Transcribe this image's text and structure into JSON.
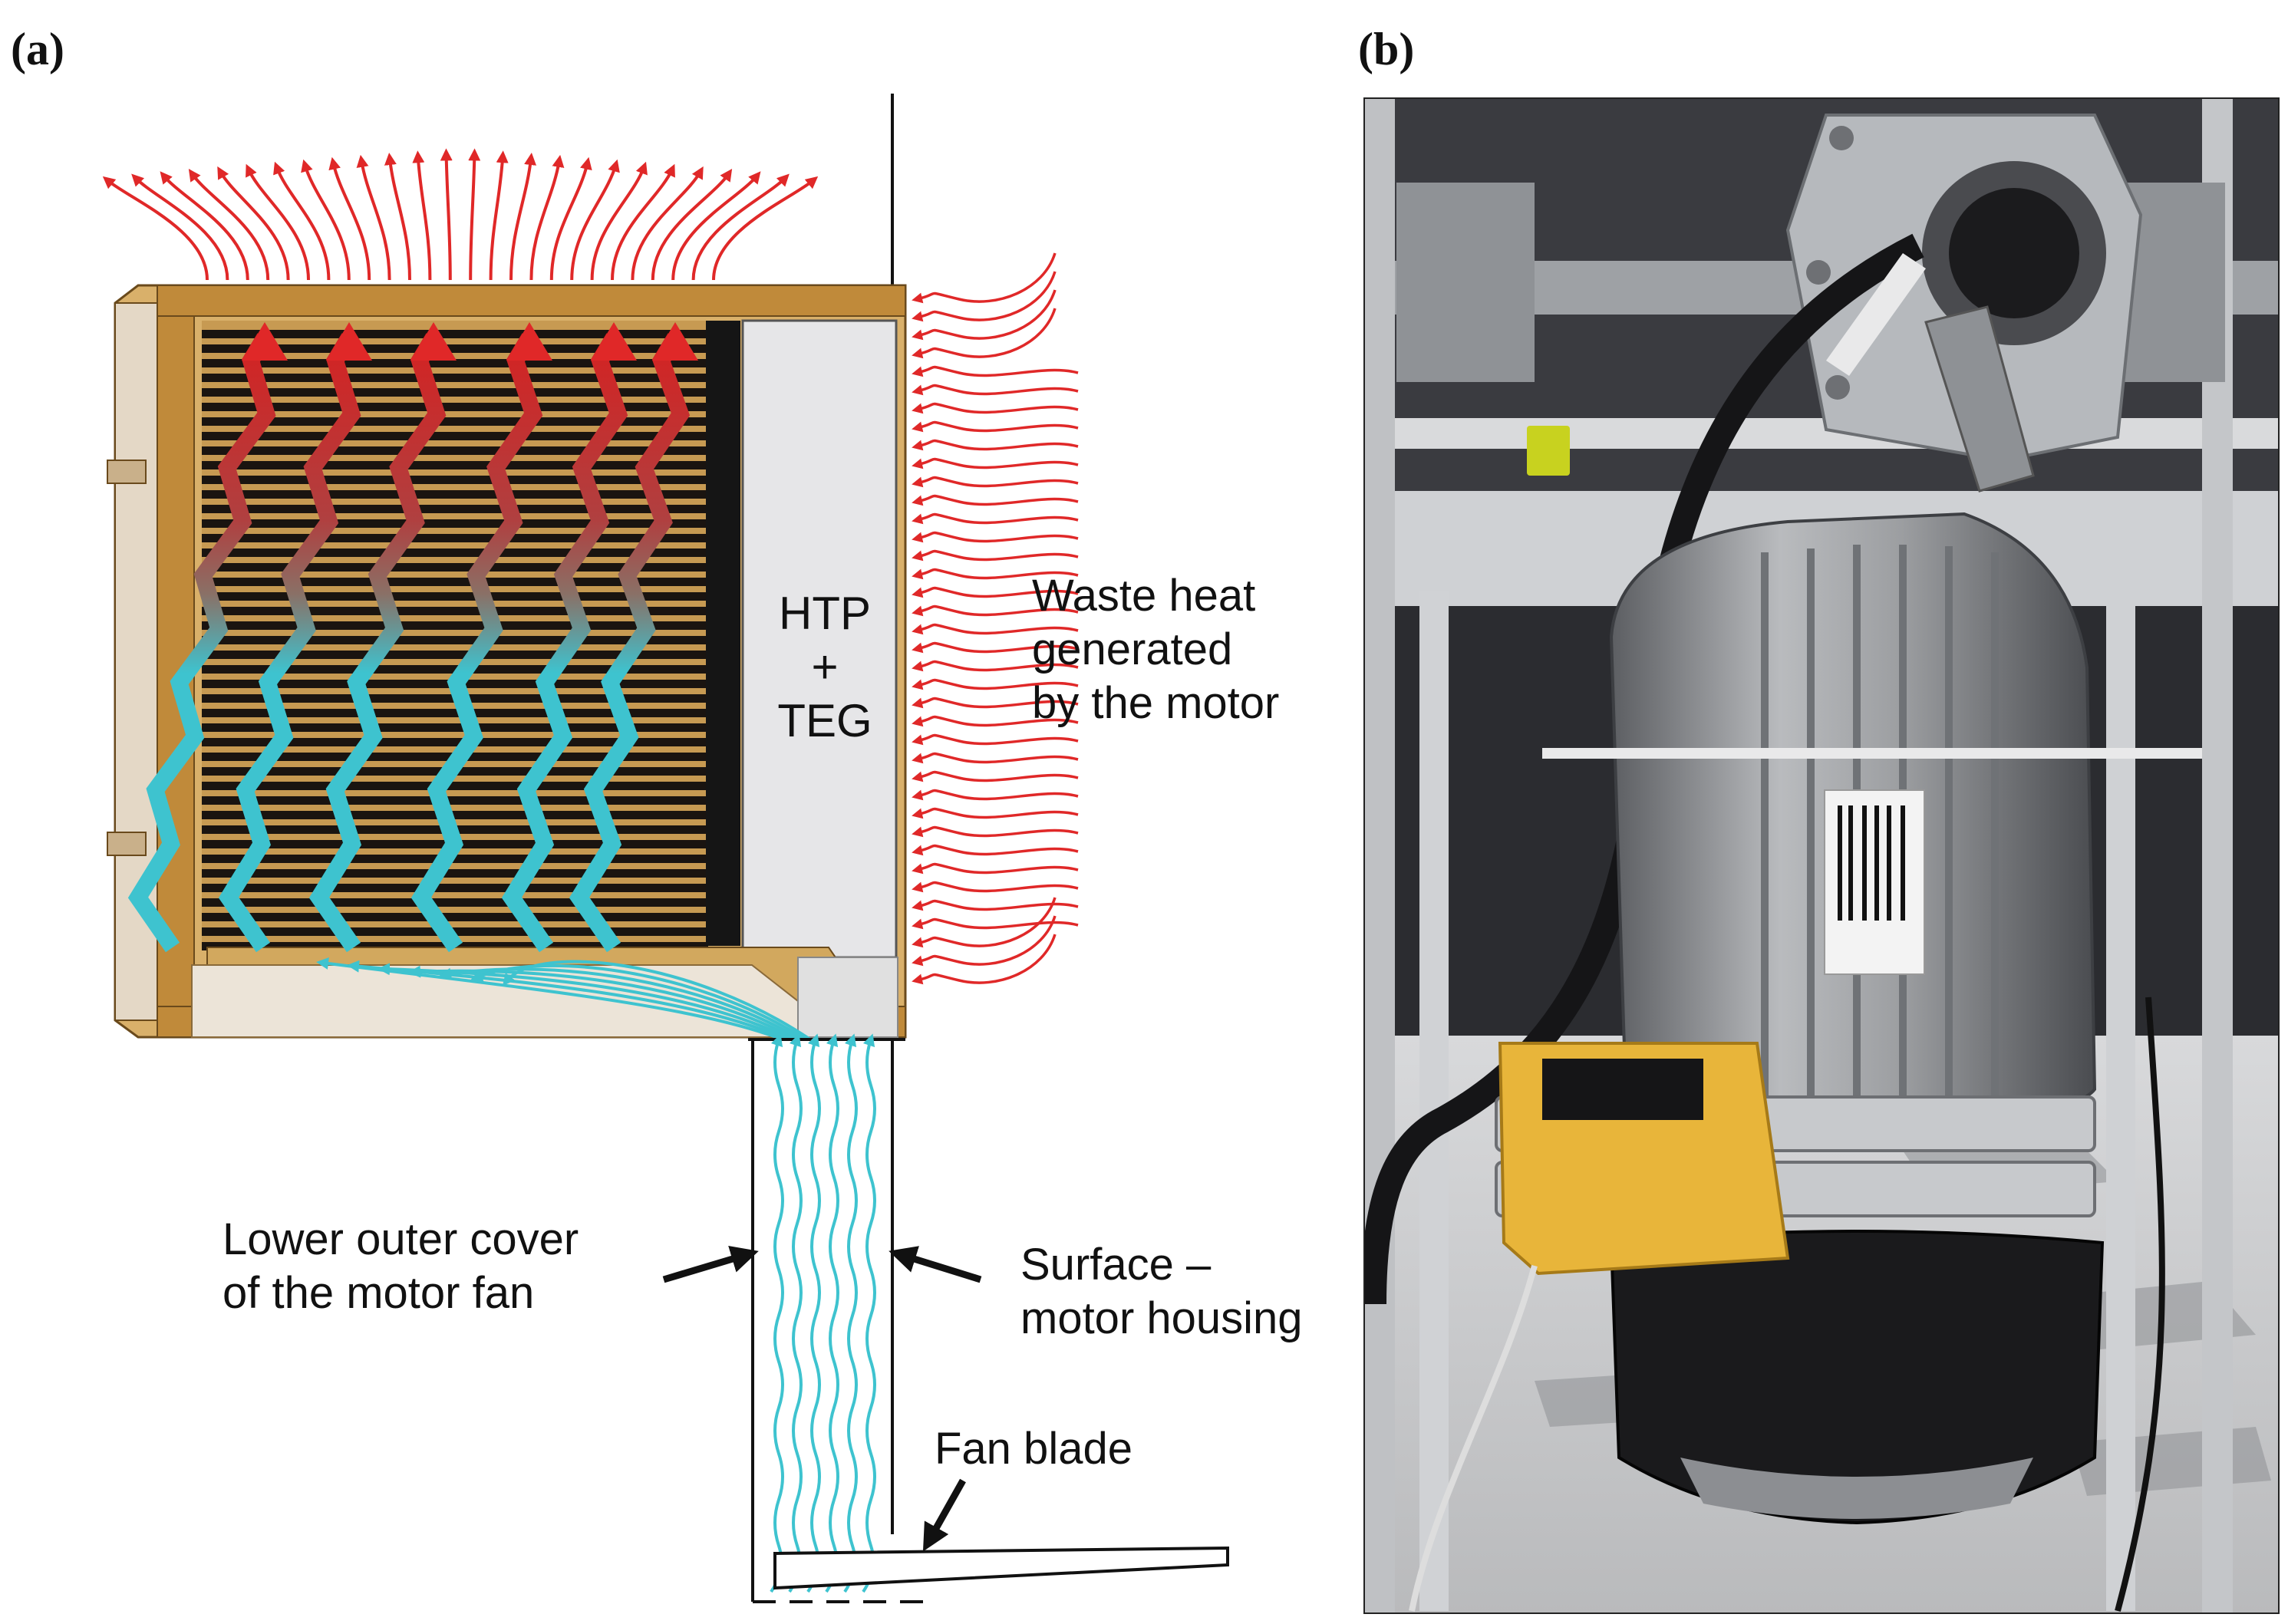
{
  "panels": {
    "a": "(a)",
    "b": "(b)"
  },
  "labels": {
    "htp": "HTP",
    "plus": "+",
    "teg": "TEG",
    "waste_heat": [
      "Waste heat",
      "generated",
      "by the motor"
    ],
    "lower_cover": [
      "Lower outer cover",
      "of the motor fan"
    ],
    "surface": [
      "Surface –",
      "motor housing"
    ],
    "fan_blade": "Fan blade"
  },
  "colors": {
    "hot": "#e02828",
    "warm": "#8a7066",
    "cold": "#3ec3cf",
    "frame": "#c08a3a",
    "fins": "#1a1410",
    "teg_block": "#e6e6e8"
  },
  "photo": {
    "labels_bar_code": "||||||||",
    "description_icon": "motor-photo"
  }
}
